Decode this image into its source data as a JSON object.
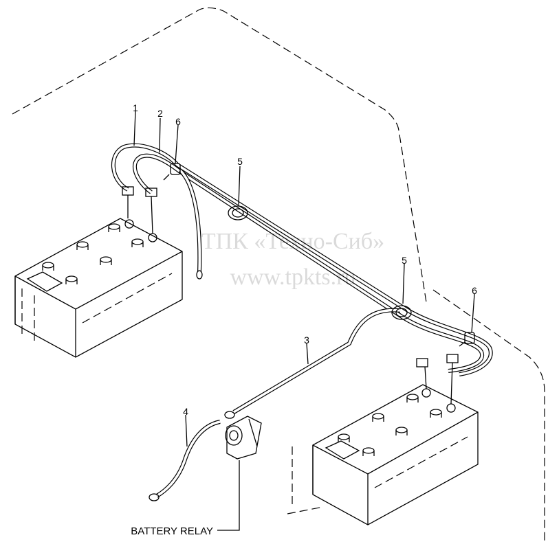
{
  "callouts": {
    "c1": "1",
    "c2": "2",
    "c6a": "6",
    "c5a": "5",
    "c5b": "5",
    "c6b": "6",
    "c3": "3",
    "c4": "4"
  },
  "caption": {
    "battery_relay": "BATTERY RELAY"
  },
  "watermark": {
    "line1": "ТПК «Техно-Сиб»",
    "line2": "www.tpkts.ru"
  },
  "colors": {
    "ink": "#000000",
    "paper": "#ffffff"
  }
}
